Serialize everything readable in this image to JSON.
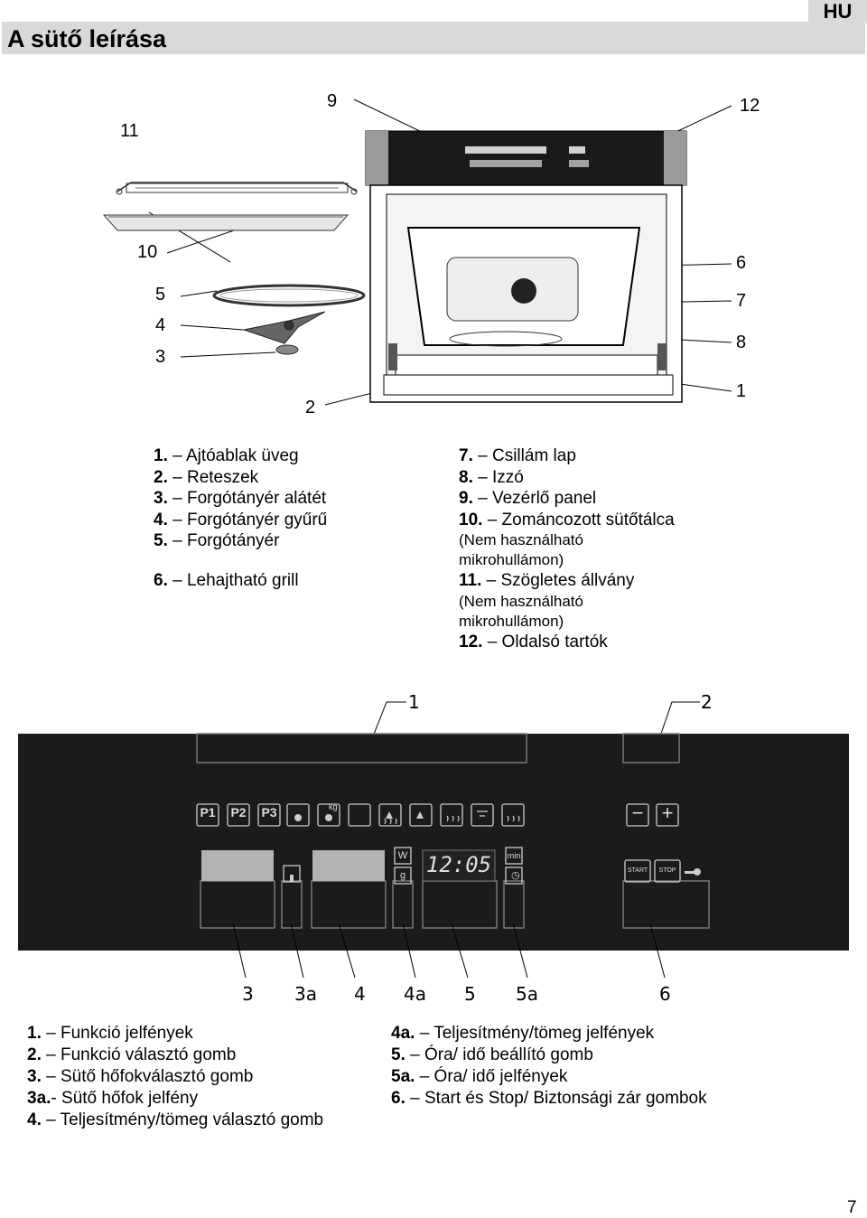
{
  "header": {
    "lang": "HU",
    "title": "A sütő leírása"
  },
  "oven_callouts": [
    "11",
    "9",
    "12",
    "10",
    "5",
    "4",
    "3",
    "2",
    "6",
    "7",
    "8",
    "1"
  ],
  "legend_oven": {
    "left": [
      {
        "num": "1.",
        "text": "– Ajtóablak üveg"
      },
      {
        "num": "2.",
        "text": "– Reteszek"
      },
      {
        "num": "3.",
        "text": "– Forgótányér alátét"
      },
      {
        "num": "4.",
        "text": "– Forgótányér gyűrű"
      },
      {
        "num": "5.",
        "text": "– Forgótányér"
      },
      {
        "num": "6.",
        "text": "– Lehajtható grill"
      }
    ],
    "right": [
      {
        "num": "7.",
        "text": "– Csillám lap"
      },
      {
        "num": "8.",
        "text": "– Izzó"
      },
      {
        "num": "9.",
        "text": "– Vezérlő panel"
      },
      {
        "num": "10.",
        "text": "– Zománcozott sütőtálca"
      },
      {
        "sub": "(Nem használható"
      },
      {
        "sub": "mikrohullámon)"
      },
      {
        "num": "11.",
        "text": "– Szögletes állvány"
      },
      {
        "sub": "(Nem használható"
      },
      {
        "sub": "mikrohullámon)"
      },
      {
        "num": "12.",
        "text": "– Oldalsó tartók"
      }
    ]
  },
  "panel": {
    "callouts_top": [
      "1",
      "2"
    ],
    "callouts_bottom": [
      "3",
      "3a",
      "4",
      "4a",
      "5",
      "5a",
      "6"
    ],
    "clock": "12:05",
    "w_label": "W",
    "g_label": "g",
    "min_label": "min",
    "start_label": "START",
    "stop_label": "STOP",
    "minus": "−",
    "plus": "+",
    "p_buttons": [
      "P1",
      "P2",
      "P3"
    ],
    "kg_label": "kg"
  },
  "legend_panel": {
    "left": [
      {
        "num": "1.",
        "text": "– Funkció jelfények"
      },
      {
        "num": "2.",
        "text": "– Funkció választó gomb"
      },
      {
        "num": "3.",
        "text": "– Sütő hőfokválasztó gomb"
      },
      {
        "num": "3a.",
        "text": "- Sütő hőfok jelfény"
      },
      {
        "num": "4.",
        "text": "– Teljesítmény/tömeg választó gomb"
      }
    ],
    "right": [
      {
        "num": "4a.",
        "text": "– Teljesítmény/tömeg jelfények"
      },
      {
        "num": "5.",
        "text": "– Óra/ idő beállító gomb"
      },
      {
        "num": "5a.",
        "text": "– Óra/ idő jelfények"
      },
      {
        "num": "6.",
        "text": "– Start és Stop/ Biztonsági zár gombok"
      }
    ]
  },
  "page_number": "7"
}
